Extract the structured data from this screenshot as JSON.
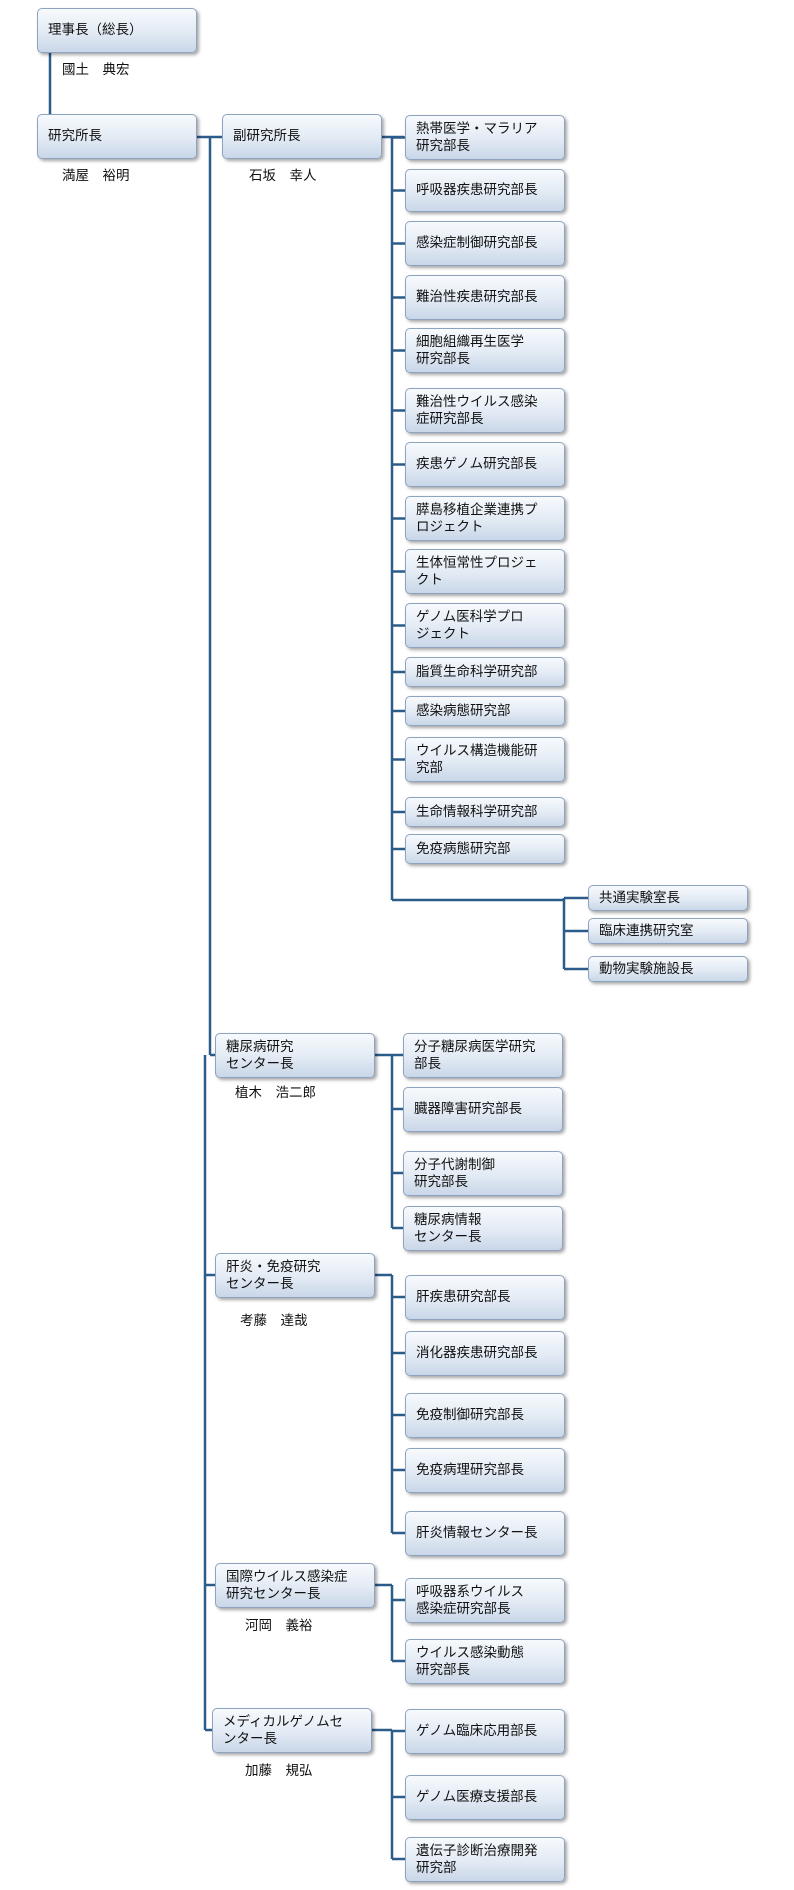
{
  "top": {
    "chair": {
      "title": "理事長（総長）",
      "name": "國土　典宏"
    },
    "director": {
      "title": "研究所長",
      "name": "満屋　裕明"
    }
  },
  "research_institute": {
    "deputy": {
      "title": "副研究所長",
      "name": "石坂　幸人"
    },
    "departments": [
      "熱帯医学・マラリア\n研究部長",
      "呼吸器疾患研究部長",
      "感染症制御研究部長",
      "難治性疾患研究部長",
      "細胞組織再生医学\n研究部長",
      "難治性ウイルス感染\n症研究部長",
      "疾患ゲノム研究部長",
      "膵島移植企業連携プ\nロジェクト",
      "生体恒常性プロジェ\nクト",
      "ゲノム医科学プロ\nジェクト",
      "脂質生命科学研究部",
      "感染病態研究部",
      "ウイルス構造機能研\n究部",
      "生命情報科学研究部",
      "免疫病態研究部"
    ],
    "shared_facilities": [
      "共通実験室長",
      "臨床連携研究室",
      "動物実験施設長"
    ]
  },
  "centers": [
    {
      "title": "糖尿病研究\nセンター長",
      "name": "植木　浩二郎",
      "departments": [
        "分子糖尿病医学研究\n部長",
        "臓器障害研究部長",
        "分子代謝制御\n研究部長",
        "糖尿病情報\nセンター長"
      ]
    },
    {
      "title": "肝炎・免疫研究\nセンター長",
      "name": "考藤　達哉",
      "departments": [
        "肝疾患研究部長",
        "消化器疾患研究部長",
        "免疫制御研究部長",
        "免疫病理研究部長",
        "肝炎情報センター長"
      ]
    },
    {
      "title": "国際ウイルス感染症\n研究センター長",
      "name": "河岡　義裕",
      "departments": [
        "呼吸器系ウイルス\n感染症研究部長",
        "ウイルス感染動態\n研究部長"
      ]
    },
    {
      "title": "メディカルゲノムセ\nンター長",
      "name": "加藤　規弘",
      "departments": [
        "ゲノム臨床応用部長",
        "ゲノム医療支援部長",
        "遺伝子診断治療開発\n研究部"
      ]
    }
  ],
  "colors": {
    "line": "#2b5c8a",
    "box_border": "#8ea3bf",
    "box_fill_top": "#f7fafd",
    "box_fill_bottom": "#c9d7e8"
  }
}
